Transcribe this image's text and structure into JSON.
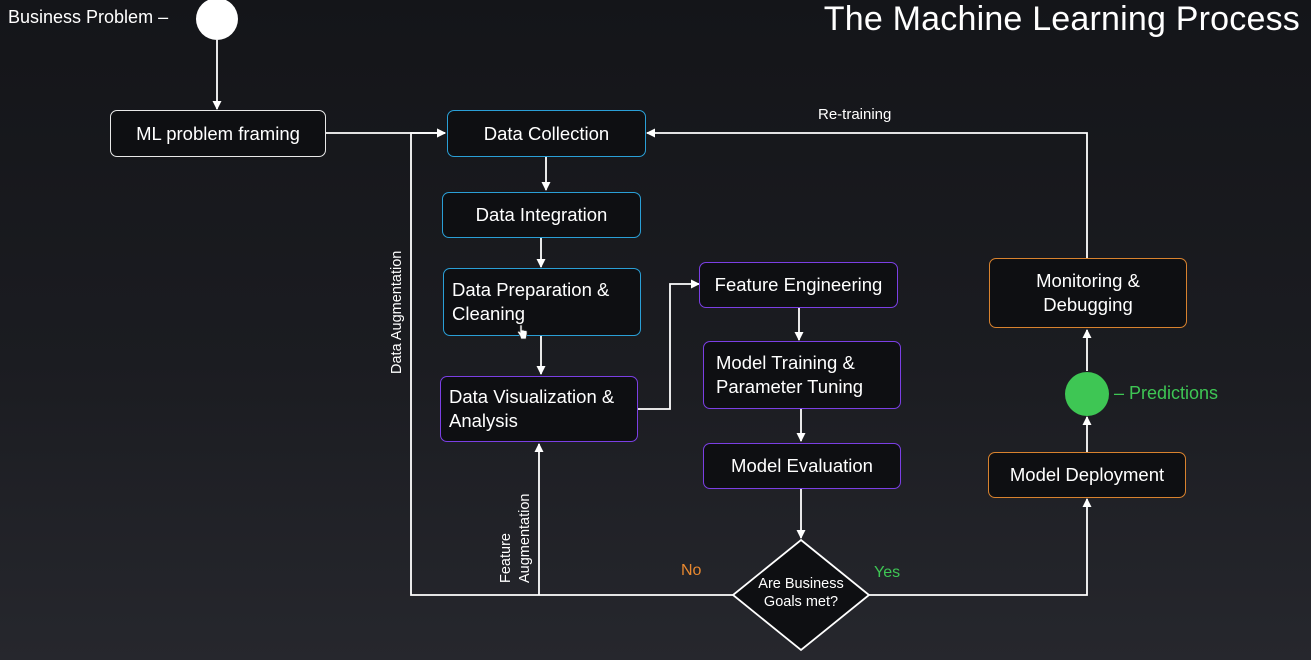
{
  "title": "The Machine Learning Process",
  "start_label": "Business Problem –",
  "nodes": {
    "ml_problem_framing": "ML problem framing",
    "data_collection": "Data Collection",
    "data_integration": "Data Integration",
    "data_preparation": [
      "Data Preparation &",
      "Cleaning"
    ],
    "data_visualization": [
      "Data Visualization &",
      "Analysis"
    ],
    "feature_engineering": "Feature Engineering",
    "model_training": [
      "Model Training &",
      "Parameter Tuning"
    ],
    "model_evaluation": "Model Evaluation",
    "decision": [
      "Are Business",
      "Goals met?"
    ],
    "monitoring": [
      "Monitoring &",
      "Debugging"
    ],
    "model_deployment": "Model Deployment"
  },
  "labels": {
    "retraining": "Re-training",
    "data_augmentation": "Data Augmentation",
    "feature_augmentation": [
      "Feature",
      "Augmentation"
    ],
    "no": "No",
    "yes": "Yes",
    "predictions": "– Predictions"
  },
  "colors": {
    "background": "#1a1b20",
    "white_border": "#e8e8e8",
    "blue_border": "#2a9fd6",
    "purple_border": "#7b3fe4",
    "orange_border": "#d8822e",
    "green": "#3ec654",
    "orange_text": "#e8882f"
  }
}
